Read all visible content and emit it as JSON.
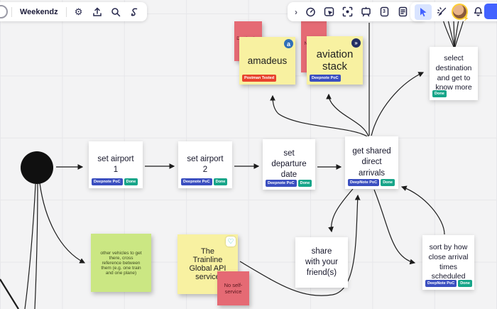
{
  "board": {
    "title": "Weekendz"
  },
  "toolbars": {
    "left": {
      "icons": [
        "logo-partial",
        "settings-gear",
        "export-upload",
        "search",
        "integrations-plug"
      ]
    },
    "center": {
      "icons": [
        "expand-chevron",
        "timer",
        "frame",
        "screen-capture",
        "presentation",
        "numbered-frame",
        "notes"
      ],
      "frame_number": "3",
      "collapse": "collapse-chevrons"
    },
    "right": {
      "icons": [
        "select-cursor",
        "laser-pen",
        "user-avatar",
        "notifications-bell",
        "share-button-partial"
      ]
    }
  },
  "canvas": {
    "cards": {
      "airport1": {
        "text": "set airport 1",
        "tags": [
          {
            "label": "Deepnote PoC",
            "color": "#3b4fc0"
          },
          {
            "label": "Done",
            "color": "#17a589"
          }
        ]
      },
      "airport2": {
        "text": "set airport 2",
        "tags": [
          {
            "label": "Deepnote PoC",
            "color": "#3b4fc0"
          },
          {
            "label": "Done",
            "color": "#17a589"
          }
        ]
      },
      "departure": {
        "text": "set departure date",
        "tags": [
          {
            "label": "Deepnote PoC",
            "color": "#3b4fc0"
          },
          {
            "label": "Done",
            "color": "#17a589"
          }
        ]
      },
      "arrivals": {
        "text": "get shared direct arrivals",
        "tags": [
          {
            "label": "DeepNote PoC",
            "color": "#3b4fc0"
          },
          {
            "label": "Done",
            "color": "#17a589"
          }
        ]
      },
      "select_destination": {
        "text": "select destination and get to know more",
        "tags": [
          {
            "label": "Done",
            "color": "#17a589"
          }
        ]
      },
      "share_friends": {
        "text": "share with your friend(s)",
        "tags": []
      },
      "sort_arrivals": {
        "text": "sort by how close arrival times scheduled",
        "tags": [
          {
            "label": "DeepNote PoC",
            "color": "#3b4fc0"
          },
          {
            "label": "Done",
            "color": "#17a589"
          }
        ]
      }
    },
    "stickies": {
      "destination_required": {
        "text": "Destination required",
        "color": "#e56a74"
      },
      "amadeus": {
        "text": "amadeus",
        "color": "#f8f1a1",
        "logo": "amadeus-logo",
        "logo_letter": "a",
        "tag": {
          "label": "Postman Tested",
          "color": "#e8432d"
        }
      },
      "no_future": {
        "text": "No future data!",
        "color": "#e56a74"
      },
      "aviation_stack": {
        "text": "aviation stack",
        "color": "#f8f1a1",
        "logo": "aviationstack-logo",
        "tag": {
          "label": "Deepnote PoC",
          "color": "#3b4fc0"
        }
      },
      "other_vehicles": {
        "text": "other vehicles to get there, cross reference between them (e.g. one train and one plane)",
        "color": "#cbe783"
      },
      "trainline": {
        "text": "The Trainline Global API service",
        "color": "#f8f1a1",
        "logo": "trainline-logo"
      },
      "no_self_service": {
        "text": "No self-service",
        "color": "#e56a74"
      }
    }
  },
  "colors": {
    "accent_blue": "#4262ff",
    "canvas_bg": "#f3f3f4",
    "sticky_yellow": "#f8f1a1",
    "sticky_pink": "#e56a74",
    "sticky_green": "#cbe783",
    "tag_blue": "#3b4fc0",
    "tag_green": "#17a589",
    "tag_red": "#e8432d",
    "node_black": "#101010"
  }
}
